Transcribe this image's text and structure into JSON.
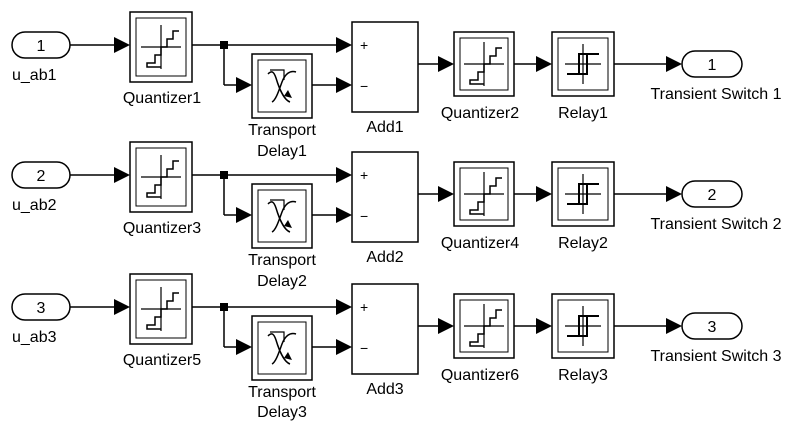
{
  "diagram": {
    "rows": [
      {
        "inport": {
          "number": "1",
          "label": "u_ab1"
        },
        "quantizer_a": "Quantizer1",
        "delay": {
          "line1": "Transport",
          "line2": "Delay1"
        },
        "add": {
          "label": "Add1",
          "plus": "+",
          "minus": "−"
        },
        "quantizer_b": "Quantizer2",
        "relay": "Relay1",
        "outport": {
          "number": "1",
          "label": "Transient Switch 1"
        }
      },
      {
        "inport": {
          "number": "2",
          "label": "u_ab2"
        },
        "quantizer_a": "Quantizer3",
        "delay": {
          "line1": "Transport",
          "line2": "Delay2"
        },
        "add": {
          "label": "Add2",
          "plus": "+",
          "minus": "−"
        },
        "quantizer_b": "Quantizer4",
        "relay": "Relay2",
        "outport": {
          "number": "2",
          "label": "Transient Switch 2"
        }
      },
      {
        "inport": {
          "number": "3",
          "label": "u_ab3"
        },
        "quantizer_a": "Quantizer5",
        "delay": {
          "line1": "Transport",
          "line2": "Delay3"
        },
        "add": {
          "label": "Add3",
          "plus": "+",
          "minus": "−"
        },
        "quantizer_b": "Quantizer6",
        "relay": "Relay3",
        "outport": {
          "number": "3",
          "label": "Transient Switch 3"
        }
      }
    ]
  }
}
